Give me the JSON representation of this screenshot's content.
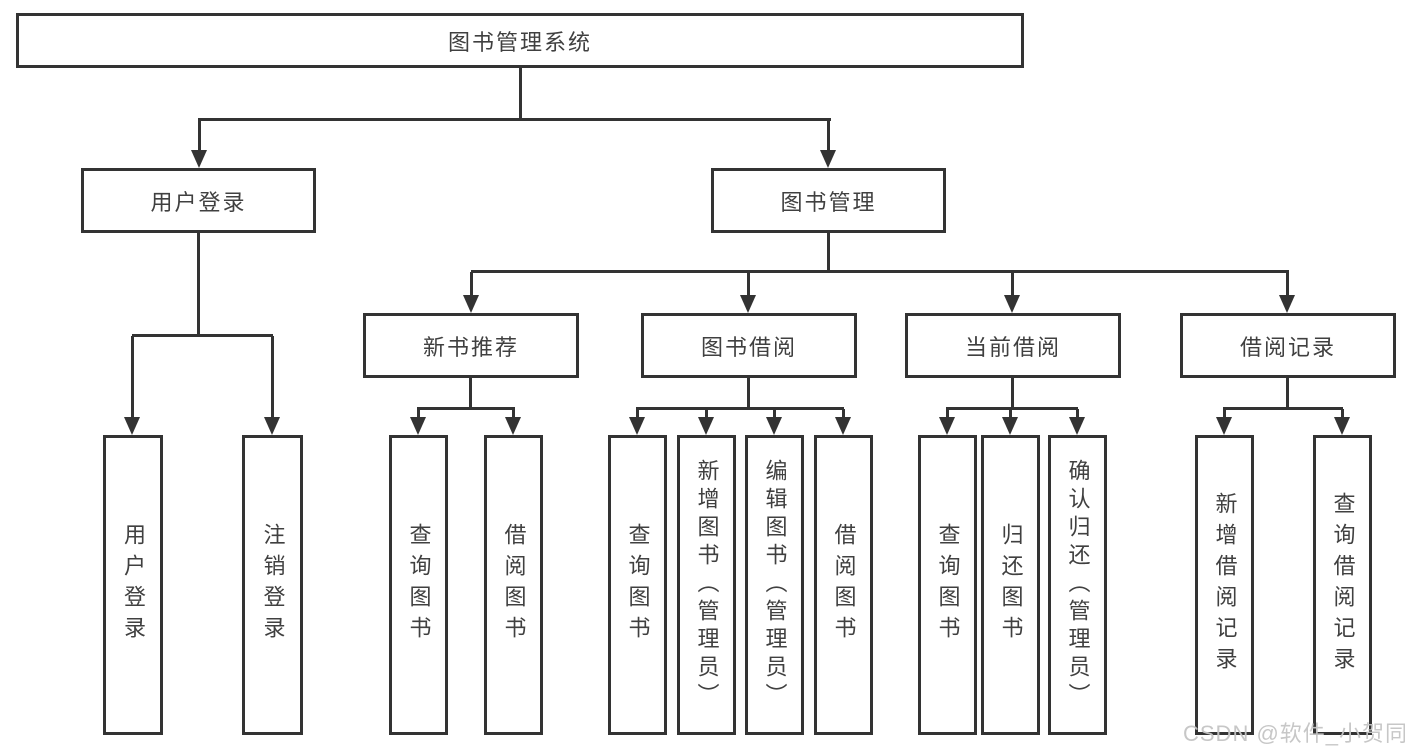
{
  "diagram": {
    "type": "hierarchy-structure-chart",
    "colors": {
      "line": "#333333",
      "box_border": "#333333",
      "text": "#404040",
      "background": "#ffffff",
      "watermark": "#c5c5c5"
    },
    "watermark": {
      "text": "CSDN @软件_小贺同学"
    },
    "tree": {
      "root": {
        "label": "图书管理系统",
        "children": [
          {
            "label": "用户登录",
            "children": [
              {
                "label": "用户登录"
              },
              {
                "label": "注销登录"
              }
            ]
          },
          {
            "label": "图书管理",
            "children": [
              {
                "label": "新书推荐",
                "children": [
                  {
                    "label": "查询图书"
                  },
                  {
                    "label": "借阅图书"
                  }
                ]
              },
              {
                "label": "图书借阅",
                "children": [
                  {
                    "label": "查询图书"
                  },
                  {
                    "label": "新增图书（管理员）"
                  },
                  {
                    "label": "编辑图书（管理员）"
                  },
                  {
                    "label": "借阅图书"
                  }
                ]
              },
              {
                "label": "当前借阅",
                "children": [
                  {
                    "label": "查询图书"
                  },
                  {
                    "label": "归还图书"
                  },
                  {
                    "label": "确认归还（管理员）"
                  }
                ]
              },
              {
                "label": "借阅记录",
                "children": [
                  {
                    "label": "新增借阅记录"
                  },
                  {
                    "label": "查询借阅记录"
                  }
                ]
              }
            ]
          }
        ]
      }
    }
  }
}
